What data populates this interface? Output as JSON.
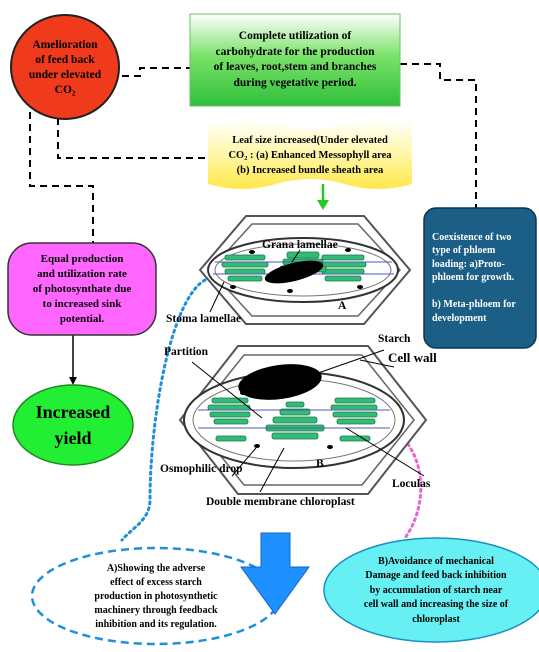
{
  "colors": {
    "amelioration": "#ef3a1c",
    "utilization": "#4fd24a",
    "leaf_size": "#fff4a0",
    "coexistence": "#1b5f86",
    "equal_production": "#ff66ff",
    "increased_yield": "#22ee33",
    "showing_adverse": "#ffffff",
    "avoidance": "#66f0f3",
    "connector_black": "#000000",
    "connector_blue": "#1e90d8",
    "connector_pink": "#e666cc",
    "green_arrow": "#22cc22",
    "big_arrow": "#1e90ff",
    "starch": "#000000",
    "thylakoid": "#33bb77"
  },
  "nodes": {
    "amelioration": "Amelioration\nof feed back\nunder elevated\nCO₂",
    "utilization": "Complete utilization of\ncarbohydrate  for the production\nof leaves, root,stem and branches\nduring vegetative period.",
    "leaf_size": "Leaf size increased(Under elevated\nCO₂ : (a) Enhanced Messophyll area\n(b) Increased bundle sheath area",
    "coexistence": "Coexistence of two\ntype of phloem\nloading: a)Proto-\nphloem for growth.\n\nb) Meta-phloem for\ndevelopment",
    "equal_production": "Equal production\nand utilization rate\nof photosynthate due\nto increased sink\npotential.",
    "increased_yield": "Increased\nyield",
    "showing_adverse": "A)Showing the adverse\neffect  of  excess starch\nproduction  in  photosynthetic\nmachinery through feedback\ninhibition and its regulation.",
    "avoidance": "B)Avoidance of mechanical\nDamage and feed back inhibition\nby accumulation of starch near\ncell wall and increasing the size of\nchloroplast"
  },
  "labels": {
    "grana_lamellae": "Grana lamellae",
    "stoma_lamellae": "Stoma lamellae",
    "cell_a": "A",
    "starch": "Starch",
    "partition": "Partition",
    "cell_wall": "Cell\nwall",
    "osmophilic_drop": "Osmophilic drop",
    "cell_b": "B",
    "loculas": "Loculas",
    "double_membrane": "Double membrane chloroplast"
  }
}
